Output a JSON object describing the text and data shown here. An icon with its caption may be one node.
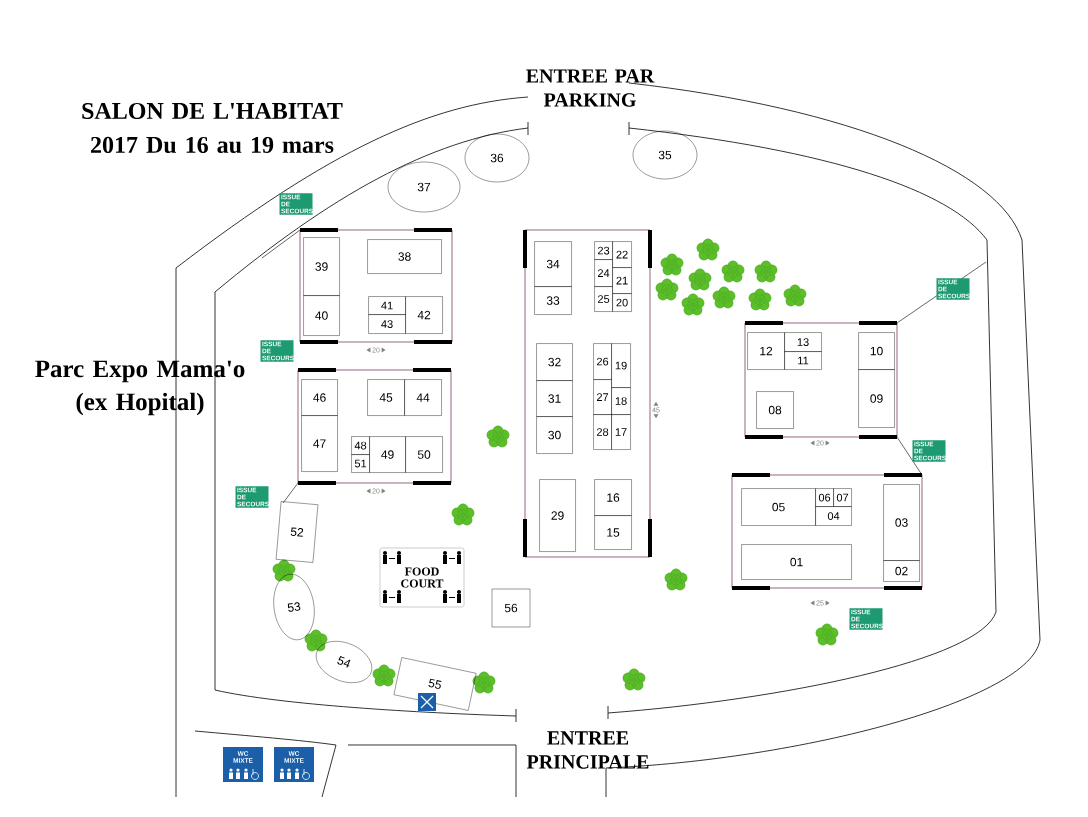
{
  "diagram": {
    "title": "SALON DE L'HABITAT 2017 Du 16 au 19 mars",
    "nodes": [
      {
        "text": [
          "36"
        ]
      },
      {
        "text": [
          "35"
        ]
      },
      {
        "text": [
          "37"
        ]
      },
      {
        "text": [],
        "shape": "box"
      },
      {
        "text": [
          "39"
        ],
        "in": 3
      },
      {
        "text": [
          "38"
        ],
        "in": 3
      },
      {
        "text": [
          "40"
        ],
        "in": 3
      },
      {
        "text": [
          "41"
        ],
        "in": 3
      },
      {
        "text": [
          "43"
        ],
        "in": 3
      },
      {
        "text": [
          "42"
        ],
        "in": 3
      },
      {
        "text": [],
        "shape": "box"
      },
      {
        "text": [
          "34"
        ],
        "in": 10
      },
      {
        "text": [
          "33"
        ],
        "in": 10
      },
      {
        "text": [
          "23"
        ],
        "in": 10
      },
      {
        "text": [
          "22"
        ],
        "in": 10
      },
      {
        "text": [
          "24"
        ],
        "in": 10
      },
      {
        "text": [
          "21"
        ],
        "in": 10
      },
      {
        "text": [
          "25"
        ],
        "in": 10
      },
      {
        "text": [
          "20"
        ],
        "in": 10
      },
      {
        "text": [
          "32"
        ],
        "in": 10
      },
      {
        "text": [
          "31"
        ],
        "in": 10
      },
      {
        "text": [
          "30"
        ],
        "in": 10
      },
      {
        "text": [
          "26"
        ],
        "in": 10
      },
      {
        "text": [
          "19"
        ],
        "in": 10
      },
      {
        "text": [
          "27"
        ],
        "in": 10
      },
      {
        "text": [
          "18"
        ],
        "in": 10
      },
      {
        "text": [
          "28"
        ],
        "in": 10
      },
      {
        "text": [
          "17"
        ],
        "in": 10
      },
      {
        "text": [
          "29"
        ],
        "in": 10
      },
      {
        "text": [
          "16"
        ],
        "in": 10
      },
      {
        "text": [
          "15"
        ],
        "in": 10
      },
      {
        "text": [],
        "shape": "box"
      },
      {
        "text": [
          "12"
        ],
        "in": 31
      },
      {
        "text": [
          "13"
        ],
        "in": 31
      },
      {
        "text": [
          "11"
        ],
        "in": 31
      },
      {
        "text": [
          "08"
        ],
        "in": 31
      },
      {
        "text": [
          "10"
        ],
        "in": 31
      },
      {
        "text": [
          "09"
        ],
        "in": 31
      },
      {
        "text": [],
        "shape": "box"
      },
      {
        "text": [
          "46"
        ],
        "in": 38
      },
      {
        "text": [
          "45"
        ],
        "in": 38
      },
      {
        "text": [
          "44"
        ],
        "in": 38
      },
      {
        "text": [
          "47"
        ],
        "in": 38
      },
      {
        "text": [
          "48"
        ],
        "in": 38
      },
      {
        "text": [
          "51"
        ],
        "in": 38
      },
      {
        "text": [
          "49"
        ],
        "in": 38
      },
      {
        "text": [
          "50"
        ],
        "in": 38
      },
      {
        "text": [],
        "shape": "box"
      },
      {
        "text": [
          "05"
        ],
        "in": 47
      },
      {
        "text": [
          "06"
        ],
        "in": 47
      },
      {
        "text": [
          "07"
        ],
        "in": 47
      },
      {
        "text": [
          "04"
        ],
        "in": 47
      },
      {
        "text": [
          "03"
        ],
        "in": 47
      },
      {
        "text": [
          "01"
        ],
        "in": 47
      },
      {
        "text": [
          "02"
        ],
        "in": 47
      },
      {
        "text": [
          "52"
        ]
      },
      {
        "text": [
          "FOOD COURT"
        ]
      },
      {
        "text": [
          "53"
        ]
      },
      {
        "text": [
          "56"
        ]
      },
      {
        "text": [
          "54"
        ]
      },
      {
        "text": [
          "55"
        ]
      }
    ],
    "labels": [
      "ENTREE PAR PARKING",
      "ISSUE DE SECOURS",
      "ISSUE DE SECOURS",
      "Parc Expo Mama'o (ex Hopital)",
      "20",
      "ISSUE DE SECOURS",
      "45",
      "20",
      "ISSUE DE SECOURS",
      "20",
      "ISSUE DE SECOURS",
      "25",
      "ISSUE DE SECOURS",
      "ENTREE PRINCIPALE",
      "WC MIXTE",
      "WC MIXTE"
    ]
  }
}
